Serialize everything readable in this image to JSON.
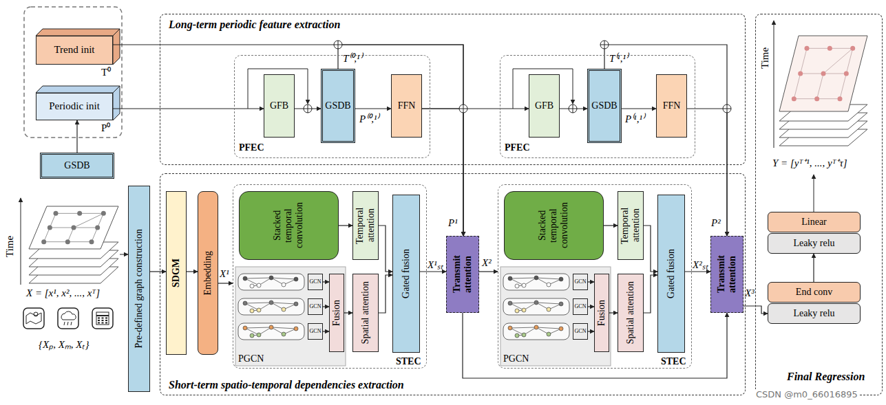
{
  "diagram": {
    "nodes": [
      {
        "text": [
          "Long-term periodic feature extraction"
        ]
      },
      {
        "text": [
          "PFEC"
        ],
        "in": 0
      },
      {
        "text": [
          "GFB"
        ],
        "in": 1
      },
      {
        "text": [
          "GSDB"
        ],
        "in": 1
      },
      {
        "text": [
          "FFN"
        ],
        "in": 1
      },
      {
        "text": [
          "PFEC"
        ],
        "in": 0
      },
      {
        "text": [
          "GFB"
        ],
        "in": 5
      },
      {
        "text": [
          "GSDB"
        ],
        "in": 5
      },
      {
        "text": [
          "FFN"
        ],
        "in": 5
      },
      {
        "text": [
          "Trend init",
          "T⁰"
        ]
      },
      {
        "text": [
          "Periodic init",
          "P⁰"
        ]
      },
      {
        "text": [
          "GSDB"
        ]
      },
      {
        "text": [
          "Short-term spatio-temporal dependencies extraction"
        ]
      },
      {
        "text": [
          "Pre-defined graph construction"
        ]
      },
      {
        "text": [
          "SDGM"
        ],
        "in": 12
      },
      {
        "text": [
          "Embedding"
        ],
        "in": 12
      },
      {
        "text": [
          "STEC"
        ],
        "in": 12
      },
      {
        "text": [
          "Stacked temporal convolution"
        ],
        "in": 16
      },
      {
        "text": [
          "Temporal attention"
        ],
        "in": 16
      },
      {
        "text": [
          "PGCN"
        ],
        "in": 16
      },
      {
        "text": [
          "GCN"
        ],
        "in": 19
      },
      {
        "text": [
          "GCN"
        ],
        "in": 19
      },
      {
        "text": [
          "GCN"
        ],
        "in": 19
      },
      {
        "text": [
          "Fusion"
        ],
        "in": 19
      },
      {
        "text": [
          "Spatial attention"
        ],
        "in": 16
      },
      {
        "text": [
          "Gated fusion"
        ],
        "in": 16
      },
      {
        "text": [
          "Transmit attention"
        ],
        "in": 12
      },
      {
        "text": [
          "STEC"
        ],
        "in": 12
      },
      {
        "text": [
          "Stacked temporal convolution"
        ],
        "in": 27
      },
      {
        "text": [
          "Temporal attention"
        ],
        "in": 27
      },
      {
        "text": [
          "PGCN"
        ],
        "in": 27
      },
      {
        "text": [
          "GCN"
        ],
        "in": 30
      },
      {
        "text": [
          "GCN"
        ],
        "in": 30
      },
      {
        "text": [
          "GCN"
        ],
        "in": 30
      },
      {
        "text": [
          "Fusion"
        ],
        "in": 30
      },
      {
        "text": [
          "Spatial attention"
        ],
        "in": 27
      },
      {
        "text": [
          "Gated fusion"
        ],
        "in": 27
      },
      {
        "text": [
          "Transmit attention"
        ],
        "in": 12
      },
      {
        "text": [
          "Final Regression"
        ]
      },
      {
        "text": [
          "Linear"
        ],
        "in": 38
      },
      {
        "text": [
          "Leaky relu"
        ],
        "in": 38
      },
      {
        "text": [
          "End conv"
        ],
        "in": 38
      },
      {
        "text": [
          "Leaky relu"
        ],
        "in": 38
      }
    ],
    "edges": [
      {
        "from": 11,
        "to": 10,
        "arrow": "to"
      },
      {
        "from": 13,
        "to": 14,
        "arrow": "to"
      },
      {
        "from": 14,
        "to": 15,
        "arrow": "to"
      },
      {
        "from": 15,
        "to": 16,
        "arrow": "to"
      },
      {
        "from": 10,
        "to": 2,
        "arrow": "to"
      },
      {
        "from": 2,
        "to": 3,
        "arrow": "to"
      },
      {
        "from": 3,
        "to": 4,
        "arrow": "to"
      },
      {
        "from": 4,
        "to": 6,
        "arrow": "to"
      },
      {
        "from": 6,
        "to": 7,
        "arrow": "to"
      },
      {
        "from": 7,
        "to": 8,
        "arrow": "to"
      },
      {
        "from": 9,
        "to": 26,
        "arrow": "to"
      },
      {
        "from": 3,
        "to": 26,
        "arrow": "to"
      },
      {
        "from": 4,
        "to": 26,
        "arrow": "to"
      },
      {
        "from": 7,
        "to": 37,
        "arrow": "to"
      },
      {
        "from": 8,
        "to": 37,
        "arrow": "to"
      },
      {
        "from": 26,
        "to": 37,
        "arrow": "to"
      },
      {
        "from": 17,
        "to": 18,
        "arrow": "to"
      },
      {
        "from": 18,
        "to": 25,
        "arrow": "to"
      },
      {
        "from": 20,
        "to": 23,
        "arrow": "to"
      },
      {
        "from": 21,
        "to": 23,
        "arrow": "to"
      },
      {
        "from": 22,
        "to": 23,
        "arrow": "to"
      },
      {
        "from": 23,
        "to": 24,
        "arrow": "to"
      },
      {
        "from": 24,
        "to": 25,
        "arrow": "to"
      },
      {
        "from": 25,
        "to": 26,
        "arrow": "to"
      },
      {
        "from": 26,
        "to": 27,
        "arrow": "to"
      },
      {
        "from": 28,
        "to": 29,
        "arrow": "to"
      },
      {
        "from": 29,
        "to": 36,
        "arrow": "to"
      },
      {
        "from": 31,
        "to": 34,
        "arrow": "to"
      },
      {
        "from": 32,
        "to": 34,
        "arrow": "to"
      },
      {
        "from": 33,
        "to": 34,
        "arrow": "to"
      },
      {
        "from": 34,
        "to": 35,
        "arrow": "to"
      },
      {
        "from": 35,
        "to": 36,
        "arrow": "to"
      },
      {
        "from": 36,
        "to": 37,
        "arrow": "to"
      },
      {
        "from": 37,
        "to": 42,
        "arrow": "to"
      },
      {
        "from": 41,
        "to": 40,
        "arrow": "to"
      }
    ],
    "labels": [
      "T⁽⁰,¹⁾",
      "P⁽⁰,¹⁾",
      "T⁽¹,¹⁾",
      "P⁽¹,¹⁾",
      "Time",
      "X = [x¹, x², ..., xᵀ]",
      "{Xₚ, Xₘ, Xₜ}",
      "X¹",
      "P¹",
      "X¹ₛₜ",
      "X²",
      "P²",
      "X²ₛₜ",
      "X³",
      "Time",
      "Y = [yᵀ⁺¹, ..., yᵀ⁺τ]",
      "CSDN @m0_66016895"
    ]
  }
}
